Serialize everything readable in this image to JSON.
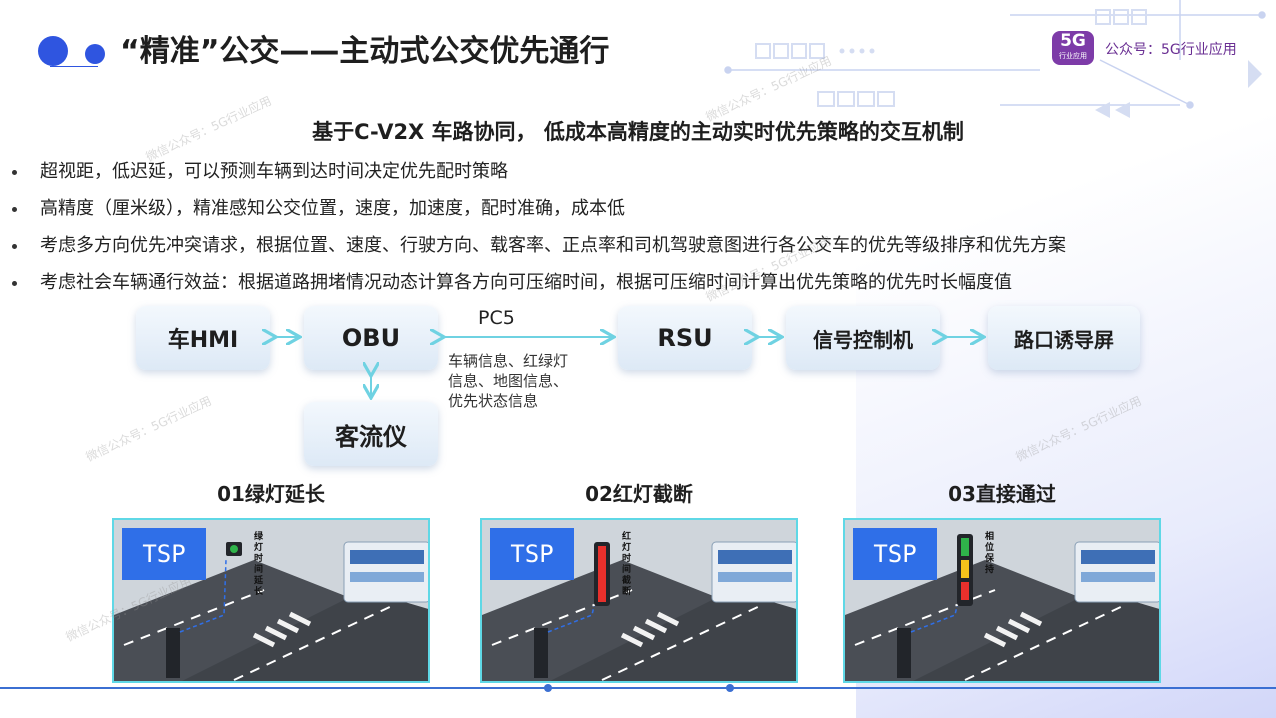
{
  "header": {
    "title": "“精准”公交——主动式公交优先通行",
    "logo_text": "5G",
    "logo_sub": "行业应用",
    "account_label": "公众号：5G行业应用"
  },
  "subtitle": "基于C-V2X 车路协同， 低成本高精度的主动实时优先策略的交互机制",
  "bullets": [
    "超视距，低迟延，可以预测车辆到达时间决定优先配时策略",
    "高精度（厘米级），精准感知公交位置，速度，加速度，配时准确，成本低",
    "考虑多方向优先冲突请求，根据位置、速度、行驶方向、载客率、正点率和司机驾驶意图进行各公交车的优先等级排序和优先方案",
    "考虑社会车辆通行效益：根据道路拥堵情况动态计算各方向可压缩时间，根据可压缩时间计算出优先策略的优先时长幅度值"
  ],
  "diagram": {
    "nodes": {
      "hmi": "车HMI",
      "obu": "OBU",
      "rsu": "RSU",
      "signal_controller": "信号控制机",
      "guide_screen": "路口诱导屏",
      "passenger_counter": "客流仪"
    },
    "link_label": "PC5",
    "message_info": "车辆信息、红绿灯\n信息、地图信息、\n优先状态信息"
  },
  "cases": [
    {
      "title": "01绿灯延长",
      "badge": "TSP",
      "light_caption": "绿灯时间延长",
      "light_color": "#2fb34a"
    },
    {
      "title": "02红灯截断",
      "badge": "TSP",
      "light_caption": "红灯时间截断",
      "light_color": "#e8302c"
    },
    {
      "title": "03直接通过",
      "badge": "TSP",
      "light_caption": "相位保持",
      "light_color": "#f4c21b"
    }
  ],
  "watermark": "微信公众号：5G行业应用",
  "colors": {
    "accent": "#2f55e0",
    "panel_border": "#5fd8e6",
    "tsp_blue": "#2f6fe8",
    "brand_purple": "#7d3ba8"
  }
}
